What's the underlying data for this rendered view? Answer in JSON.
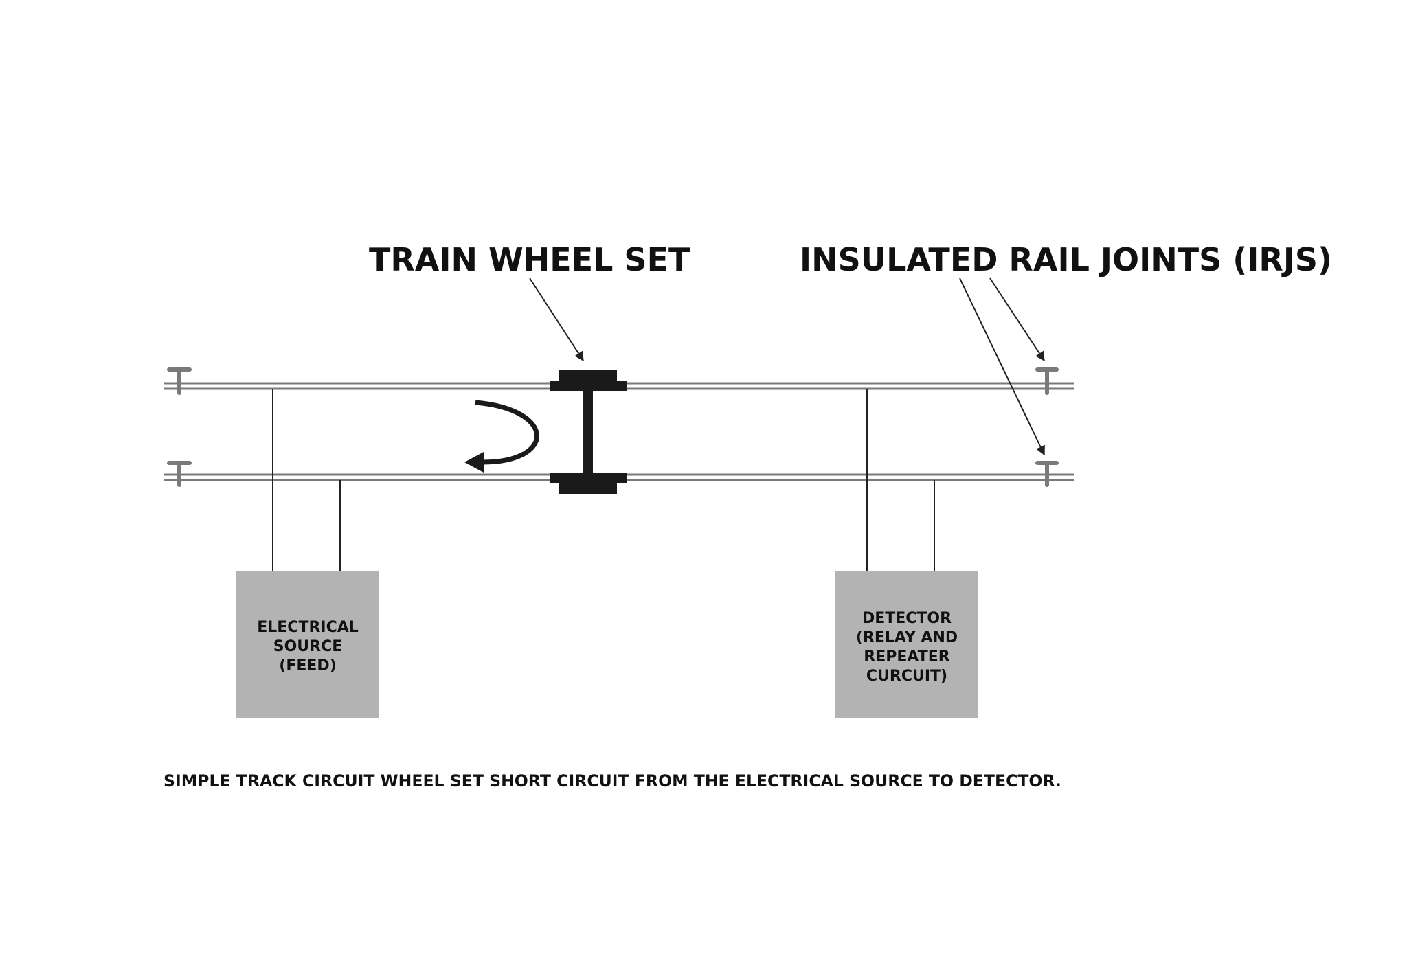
{
  "labels": {
    "wheel_set": "TRAIN WHEEL SET",
    "irjs": "INSULATED RAIL JOINTS (IRJS)"
  },
  "source_box": {
    "lines": [
      "ELECTRICAL",
      "SOURCE",
      "(FEED)"
    ]
  },
  "detector_box": {
    "lines": [
      "DETECTOR",
      "(RELAY AND",
      "REPEATER",
      "CURCUIT)"
    ]
  },
  "caption": "SIMPLE TRACK CIRCUIT WHEEL SET SHORT CIRCUIT FROM THE ELECTRICAL SOURCE TO DETECTOR.",
  "colors": {
    "rail": "#7a7a7a",
    "box_fill": "#b3b3b3",
    "wheel": "#1a1a1a",
    "wire": "#222222",
    "text": "#111111"
  }
}
